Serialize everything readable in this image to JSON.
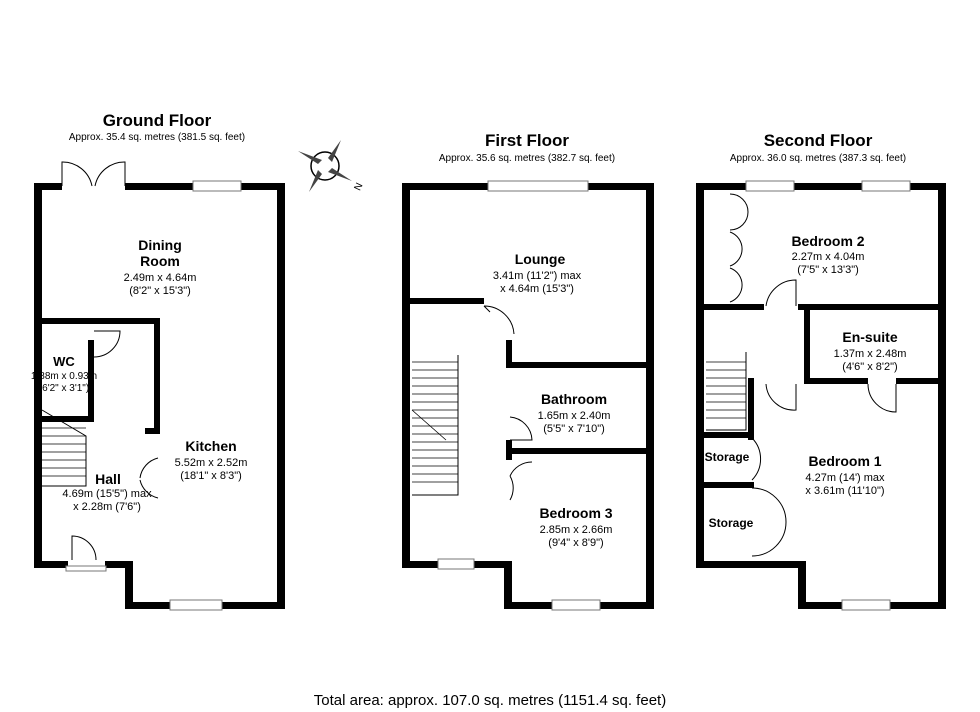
{
  "floors": [
    {
      "title": "Ground Floor",
      "area": "Approx. 35.4 sq. metres (381.5 sq. feet)"
    },
    {
      "title": "First Floor",
      "area": "Approx. 35.6 sq. metres (382.7 sq. feet)"
    },
    {
      "title": "Second Floor",
      "area": "Approx. 36.0 sq. metres (387.3 sq. feet)"
    }
  ],
  "rooms": {
    "dining": {
      "name": "Dining Room",
      "name_l1": "Dining",
      "name_l2": "Room",
      "dim1": "2.49m x 4.64m",
      "dim2": "(8'2\" x 15'3\")"
    },
    "wc": {
      "name": "WC",
      "dim1": "1.88m x 0.93m",
      "dim2": "(6'2\" x 3'1\")"
    },
    "kitchen": {
      "name": "Kitchen",
      "dim1": "5.52m x 2.52m",
      "dim2": "(18'1\" x 8'3\")"
    },
    "hall": {
      "name": "Hall",
      "dim1": "4.69m (15'5\") max",
      "dim2": "x 2.28m (7'6\")"
    },
    "lounge": {
      "name": "Lounge",
      "dim1": "3.41m (11'2\") max",
      "dim2": "x 4.64m (15'3\")"
    },
    "bathroom": {
      "name": "Bathroom",
      "dim1": "1.65m x 2.40m",
      "dim2": "(5'5\" x 7'10\")"
    },
    "bedroom3": {
      "name": "Bedroom 3",
      "dim1": "2.85m x 2.66m",
      "dim2": "(9'4\" x 8'9\")"
    },
    "bedroom2": {
      "name": "Bedroom 2",
      "dim1": "2.27m x 4.04m",
      "dim2": "(7'5\" x 13'3\")"
    },
    "ensuite": {
      "name": "En-suite",
      "dim1": "1.37m x 2.48m",
      "dim2": "(4'6\" x 8'2\")"
    },
    "bedroom1": {
      "name": "Bedroom 1",
      "dim1": "4.27m (14') max",
      "dim2": "x 3.61m (11'10\")"
    },
    "storage1": {
      "name": "Storage"
    },
    "storage2": {
      "name": "Storage"
    }
  },
  "compass": {
    "label": "N"
  },
  "total": "Total area: approx. 107.0 sq. metres (1151.4 sq. feet)"
}
